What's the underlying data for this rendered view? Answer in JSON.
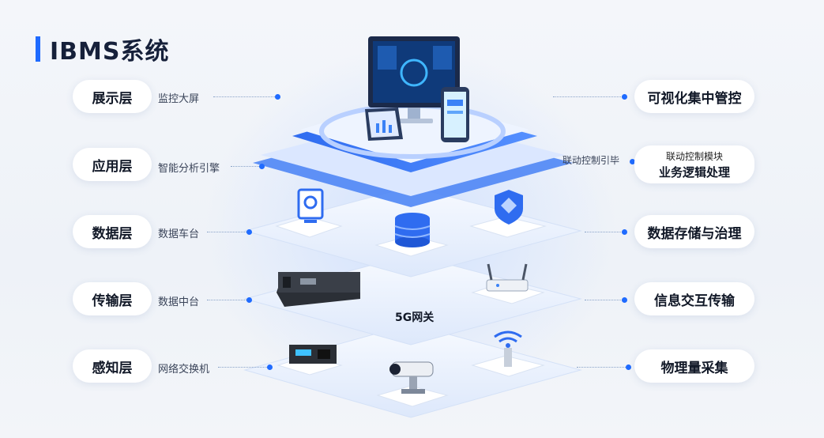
{
  "title": "IBMS系统",
  "layers": [
    {
      "name": "展示层",
      "desc": "监控大屏",
      "right": "可视化集中管控"
    },
    {
      "name": "应用层",
      "desc": "智能分析引擎",
      "right_sub": "联动控制模块",
      "right": "业务逻辑处理",
      "mid_label": "联动控制引毕"
    },
    {
      "name": "数据层",
      "desc": "数据车台",
      "right": "数据存储与治理"
    },
    {
      "name": "传输层",
      "desc": "数据中台",
      "right": "信息交互传输"
    },
    {
      "name": "感知层",
      "desc": "网络交换机",
      "right": "物理量采集"
    }
  ],
  "gateway_label": "5G网关",
  "colors": {
    "accent": "#1f6bff",
    "title": "#16203a"
  },
  "icons": [
    "monitor-icon",
    "tablet-icon",
    "phone-icon",
    "id-card-icon",
    "database-icon",
    "shield-icon",
    "server-box-icon",
    "router-icon",
    "switch-box-icon",
    "camera-icon",
    "wifi-sensor-icon"
  ]
}
